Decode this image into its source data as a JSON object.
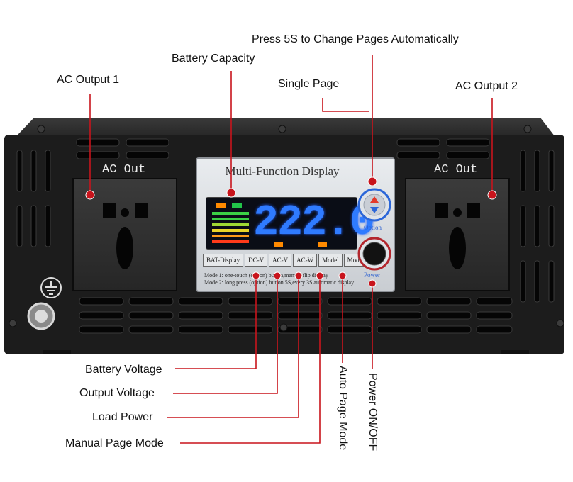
{
  "labels": {
    "battery_capacity": "Battery Capacity",
    "press_5s": "Press 5S to Change Pages Automatically",
    "single_page": "Single Page",
    "ac_output_1": "AC Output 1",
    "ac_output_2": "AC Output 2",
    "battery_voltage": "Battery Voltage",
    "output_voltage": "Output Voltage",
    "load_power": "Load Power",
    "manual_page_mode": "Manual Page Mode",
    "auto_page_mode": "Auto Page Mode",
    "power_on_off": "Power ON/OFF"
  },
  "device": {
    "socket_label_left": "AC Out",
    "socket_label_right": "AC Out",
    "panel_title": "Multi-Function Display",
    "display_value": "222.0",
    "option_label": "Option",
    "power_label": "Power",
    "keys": [
      "BAT-Display",
      "DC-V",
      "AC-V",
      "AC-W",
      "Model",
      "Mode2"
    ],
    "mode_notes": [
      "Mode 1: one-touch (option) button,manual flip display",
      "Mode 2: long press (option) button 5S,every 3S automatic display"
    ]
  },
  "colors": {
    "callout": "#c8141c",
    "chassis": "#1c1c1c",
    "lcd_digits": "#2f7bff"
  }
}
